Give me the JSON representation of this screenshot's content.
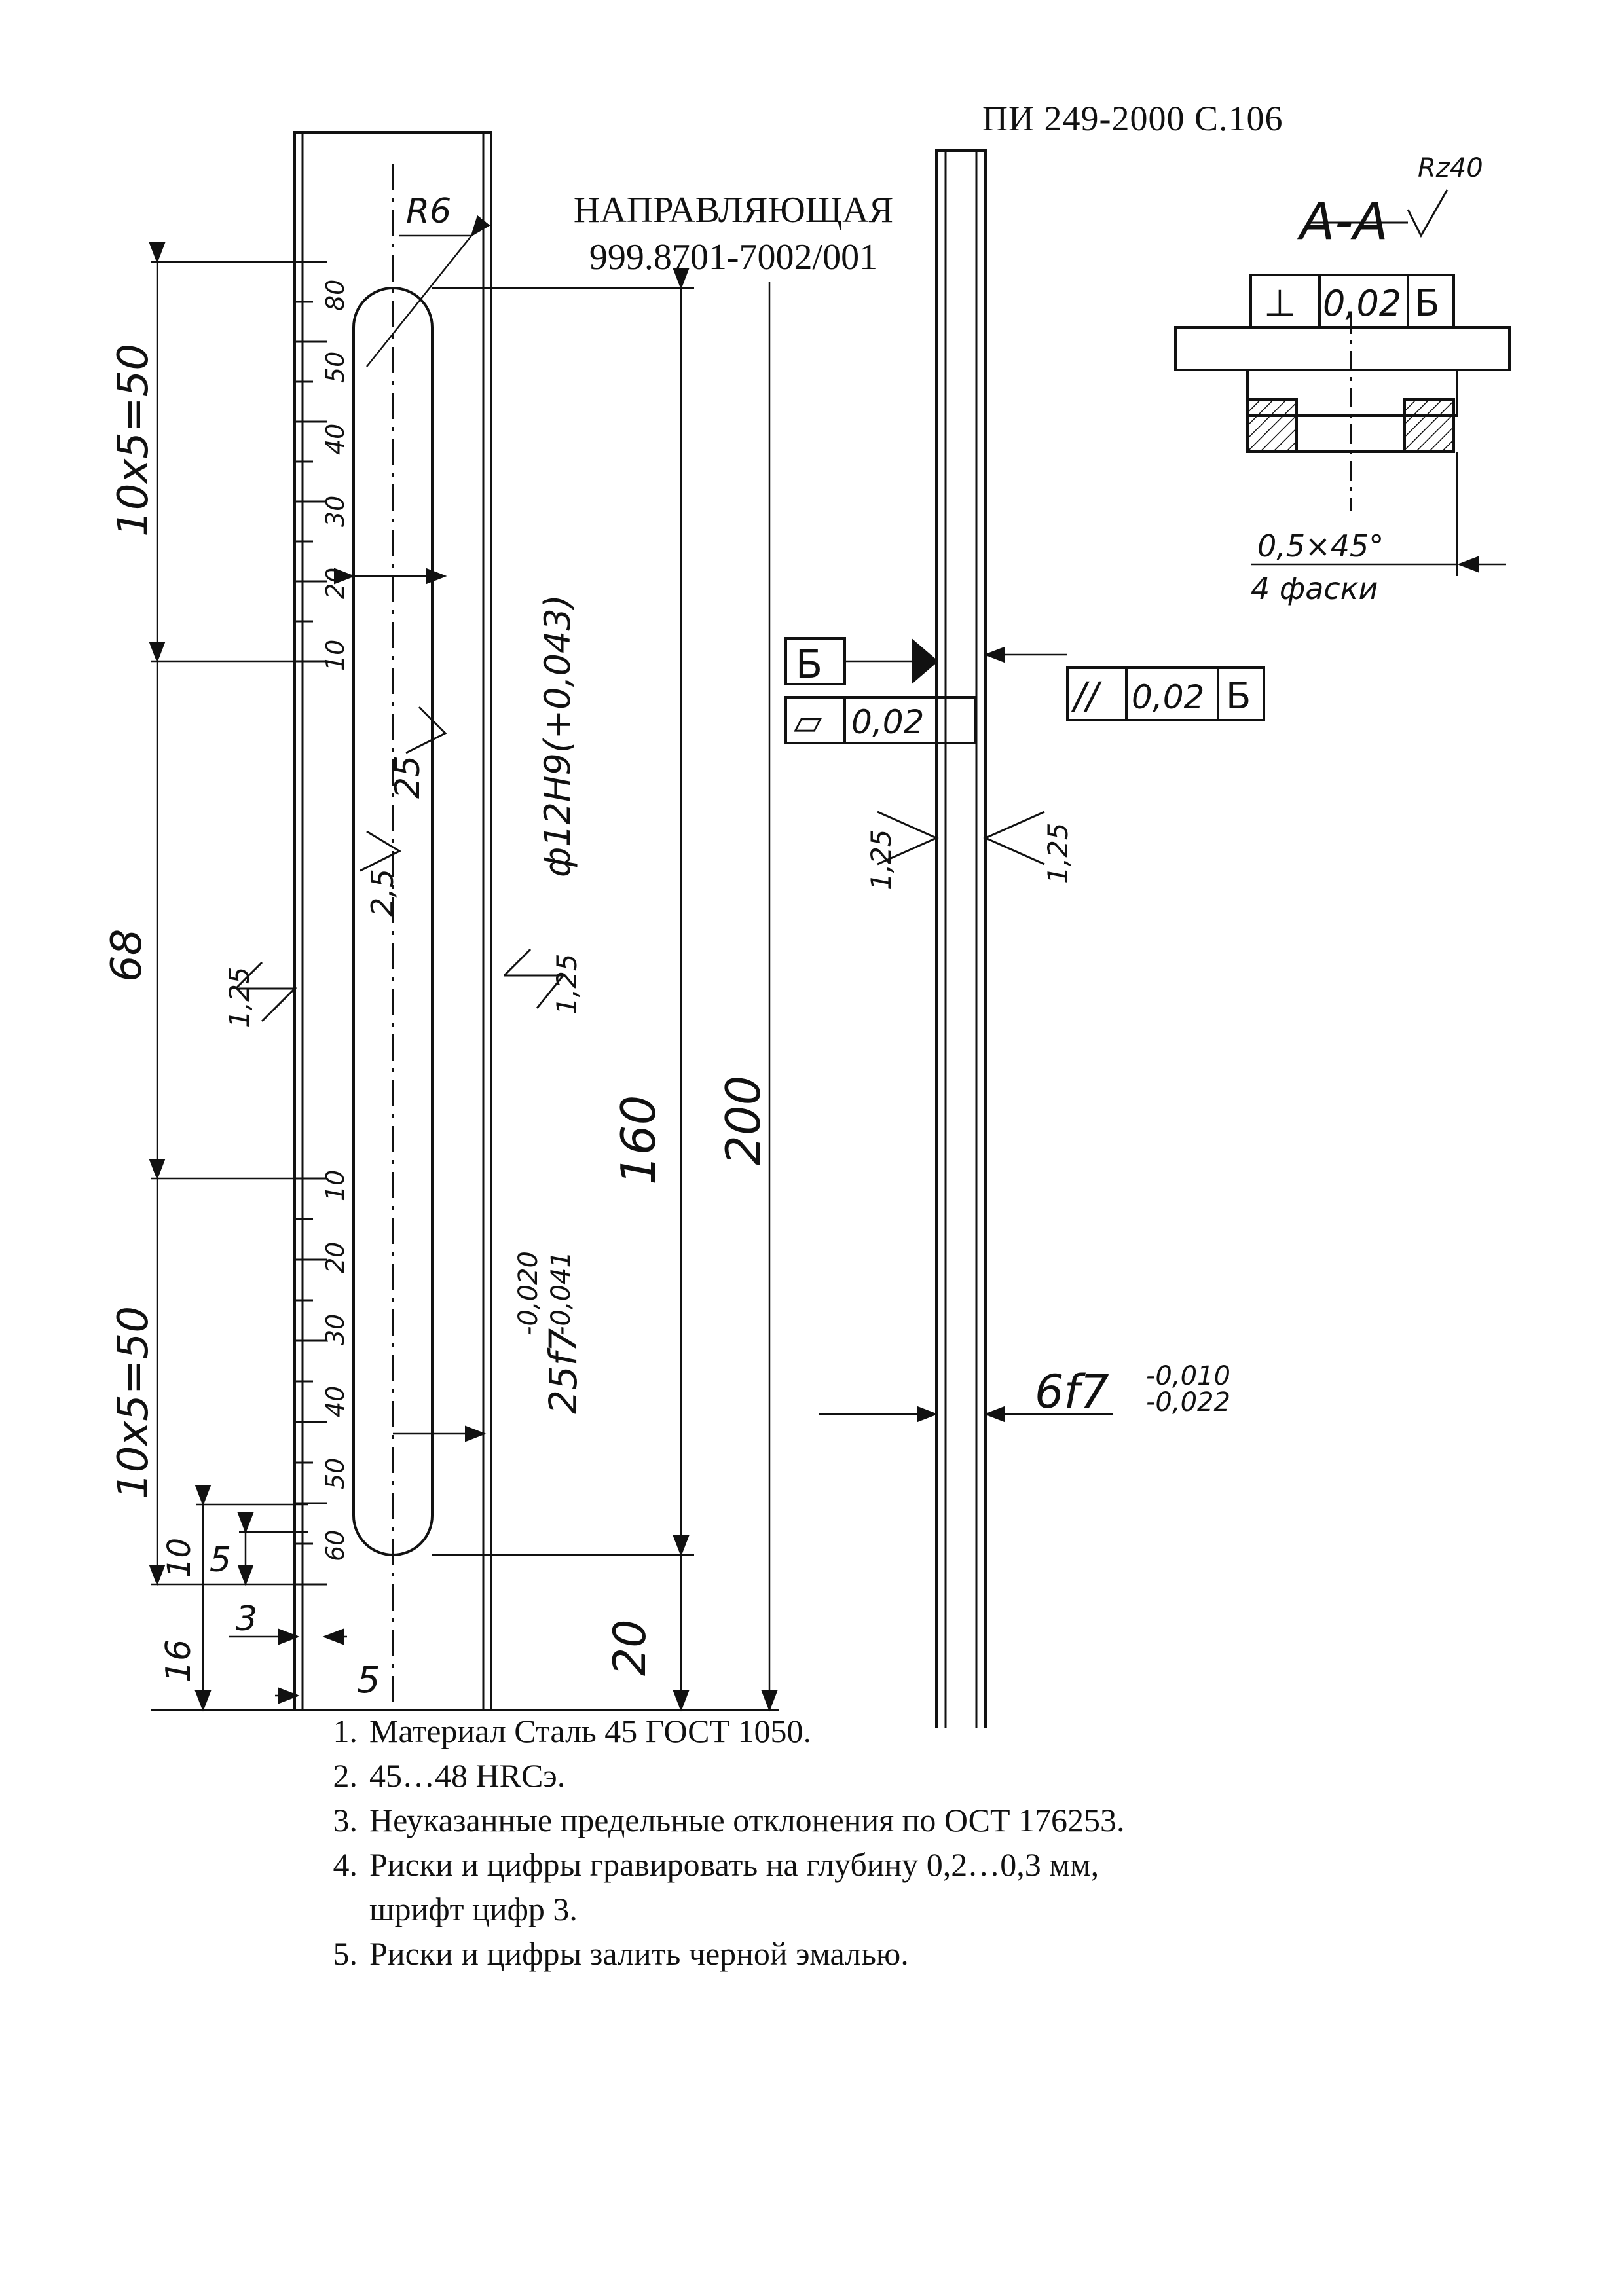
{
  "header": {
    "doc_ref": "ПИ 249-2000  С.106",
    "title_line1": "НАПРАВЛЯЮЩАЯ",
    "title_line2": "999.8701-7002/001"
  },
  "drawing": {
    "radius_label": "R6",
    "dim_top_chain": "10x5=50",
    "dim_middle": "68",
    "dim_bottom_chain": "10x5=50",
    "dim_10": "10",
    "dim_5a": "5",
    "dim_3": "3",
    "dim_16": "16",
    "dim_5b": "5",
    "dim_slot_width": "25",
    "dim_hole": "ф12Н9(+0,043)",
    "dim_160": "160",
    "dim_200": "200",
    "dim_20": "20",
    "dim_25f7": "25f7(-0,020/-0,041)",
    "dim_25f7_main": "25f7",
    "dim_25f7_up": "-0,020",
    "dim_25f7_low": "-0,041",
    "dim_6f7_main": "6f7",
    "dim_6f7_up": "-0,010",
    "dim_6f7_low": "-0,022",
    "rough_2_5": "2,5",
    "rough_1_25": "1,25",
    "scale_upper": [
      "80",
      "50",
      "40",
      "30",
      "20",
      "10"
    ],
    "scale_lower": [
      "10",
      "20",
      "30",
      "40",
      "50",
      "60"
    ],
    "section_label": "А-А",
    "section_roughness": "Rz40",
    "perp_symbol": "⊥",
    "perp_value": "0,02",
    "datum_b": "Б",
    "flat_symbol": "▱",
    "flat_value": "0,02",
    "par_symbol": "//",
    "par_value": "0,02",
    "chamfer_label": "0,5×45°",
    "chamfer_note": "4 фаски"
  },
  "notes": [
    {
      "num": "1.",
      "text": "Материал Сталь 45 ГОСТ 1050."
    },
    {
      "num": "2.",
      "text": "45…48 HRCэ."
    },
    {
      "num": "3.",
      "text": "Неуказанные предельные отклонения по ОСТ 176253."
    },
    {
      "num": "4.",
      "text": "Риски и цифры гравировать на глубину 0,2…0,3 мм,"
    },
    {
      "num": "",
      "text": "шрифт цифр 3."
    },
    {
      "num": "5.",
      "text": "Риски и цифры залить черной эмалью."
    }
  ],
  "colors": {
    "ink": "#111111",
    "paper": "#ffffff"
  }
}
